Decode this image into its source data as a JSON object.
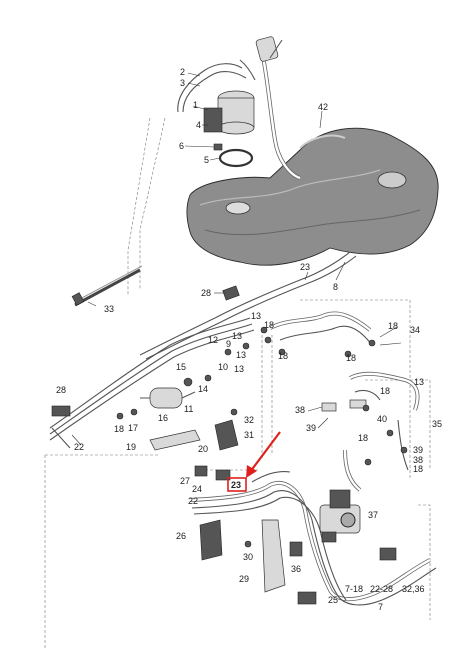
{
  "callouts": {
    "n42": "42",
    "n1": "1",
    "n2": "2",
    "n3": "3",
    "n4": "4",
    "n5": "5",
    "n6": "6",
    "n8": "8",
    "n23a": "23",
    "n28a": "28",
    "n33": "33",
    "n13a": "13",
    "n18a": "18",
    "n12": "12",
    "n9": "9",
    "n13b": "13",
    "n18b": "18",
    "n18c": "18",
    "n34": "34",
    "n18d": "18",
    "n13c": "13",
    "n10": "10",
    "n13d": "13",
    "n15": "15",
    "n14": "14",
    "n11": "11",
    "n28b": "28",
    "n22a": "22",
    "n17": "17",
    "n18e": "18",
    "n16": "16",
    "n19": "19",
    "n32a": "32",
    "n31": "31",
    "n20": "20",
    "n38": "38",
    "n39a": "39",
    "n40": "40",
    "n18f": "18",
    "n18g": "18",
    "n39b": "39",
    "n38b": "38",
    "n18h": "18",
    "n35": "35",
    "n13e": "13",
    "n27": "27",
    "n24": "24",
    "n22b": "22",
    "n23b": "23",
    "n37": "37",
    "n26": "26",
    "n30": "30",
    "n36": "36",
    "n29": "29",
    "n25": "25",
    "n718": "7-18",
    "n2228": "22-28",
    "n3236": "32,36",
    "n7": "7"
  },
  "colors": {
    "highlight": "#e0201c",
    "line": "#333333",
    "tank": "#8d8d8d"
  }
}
